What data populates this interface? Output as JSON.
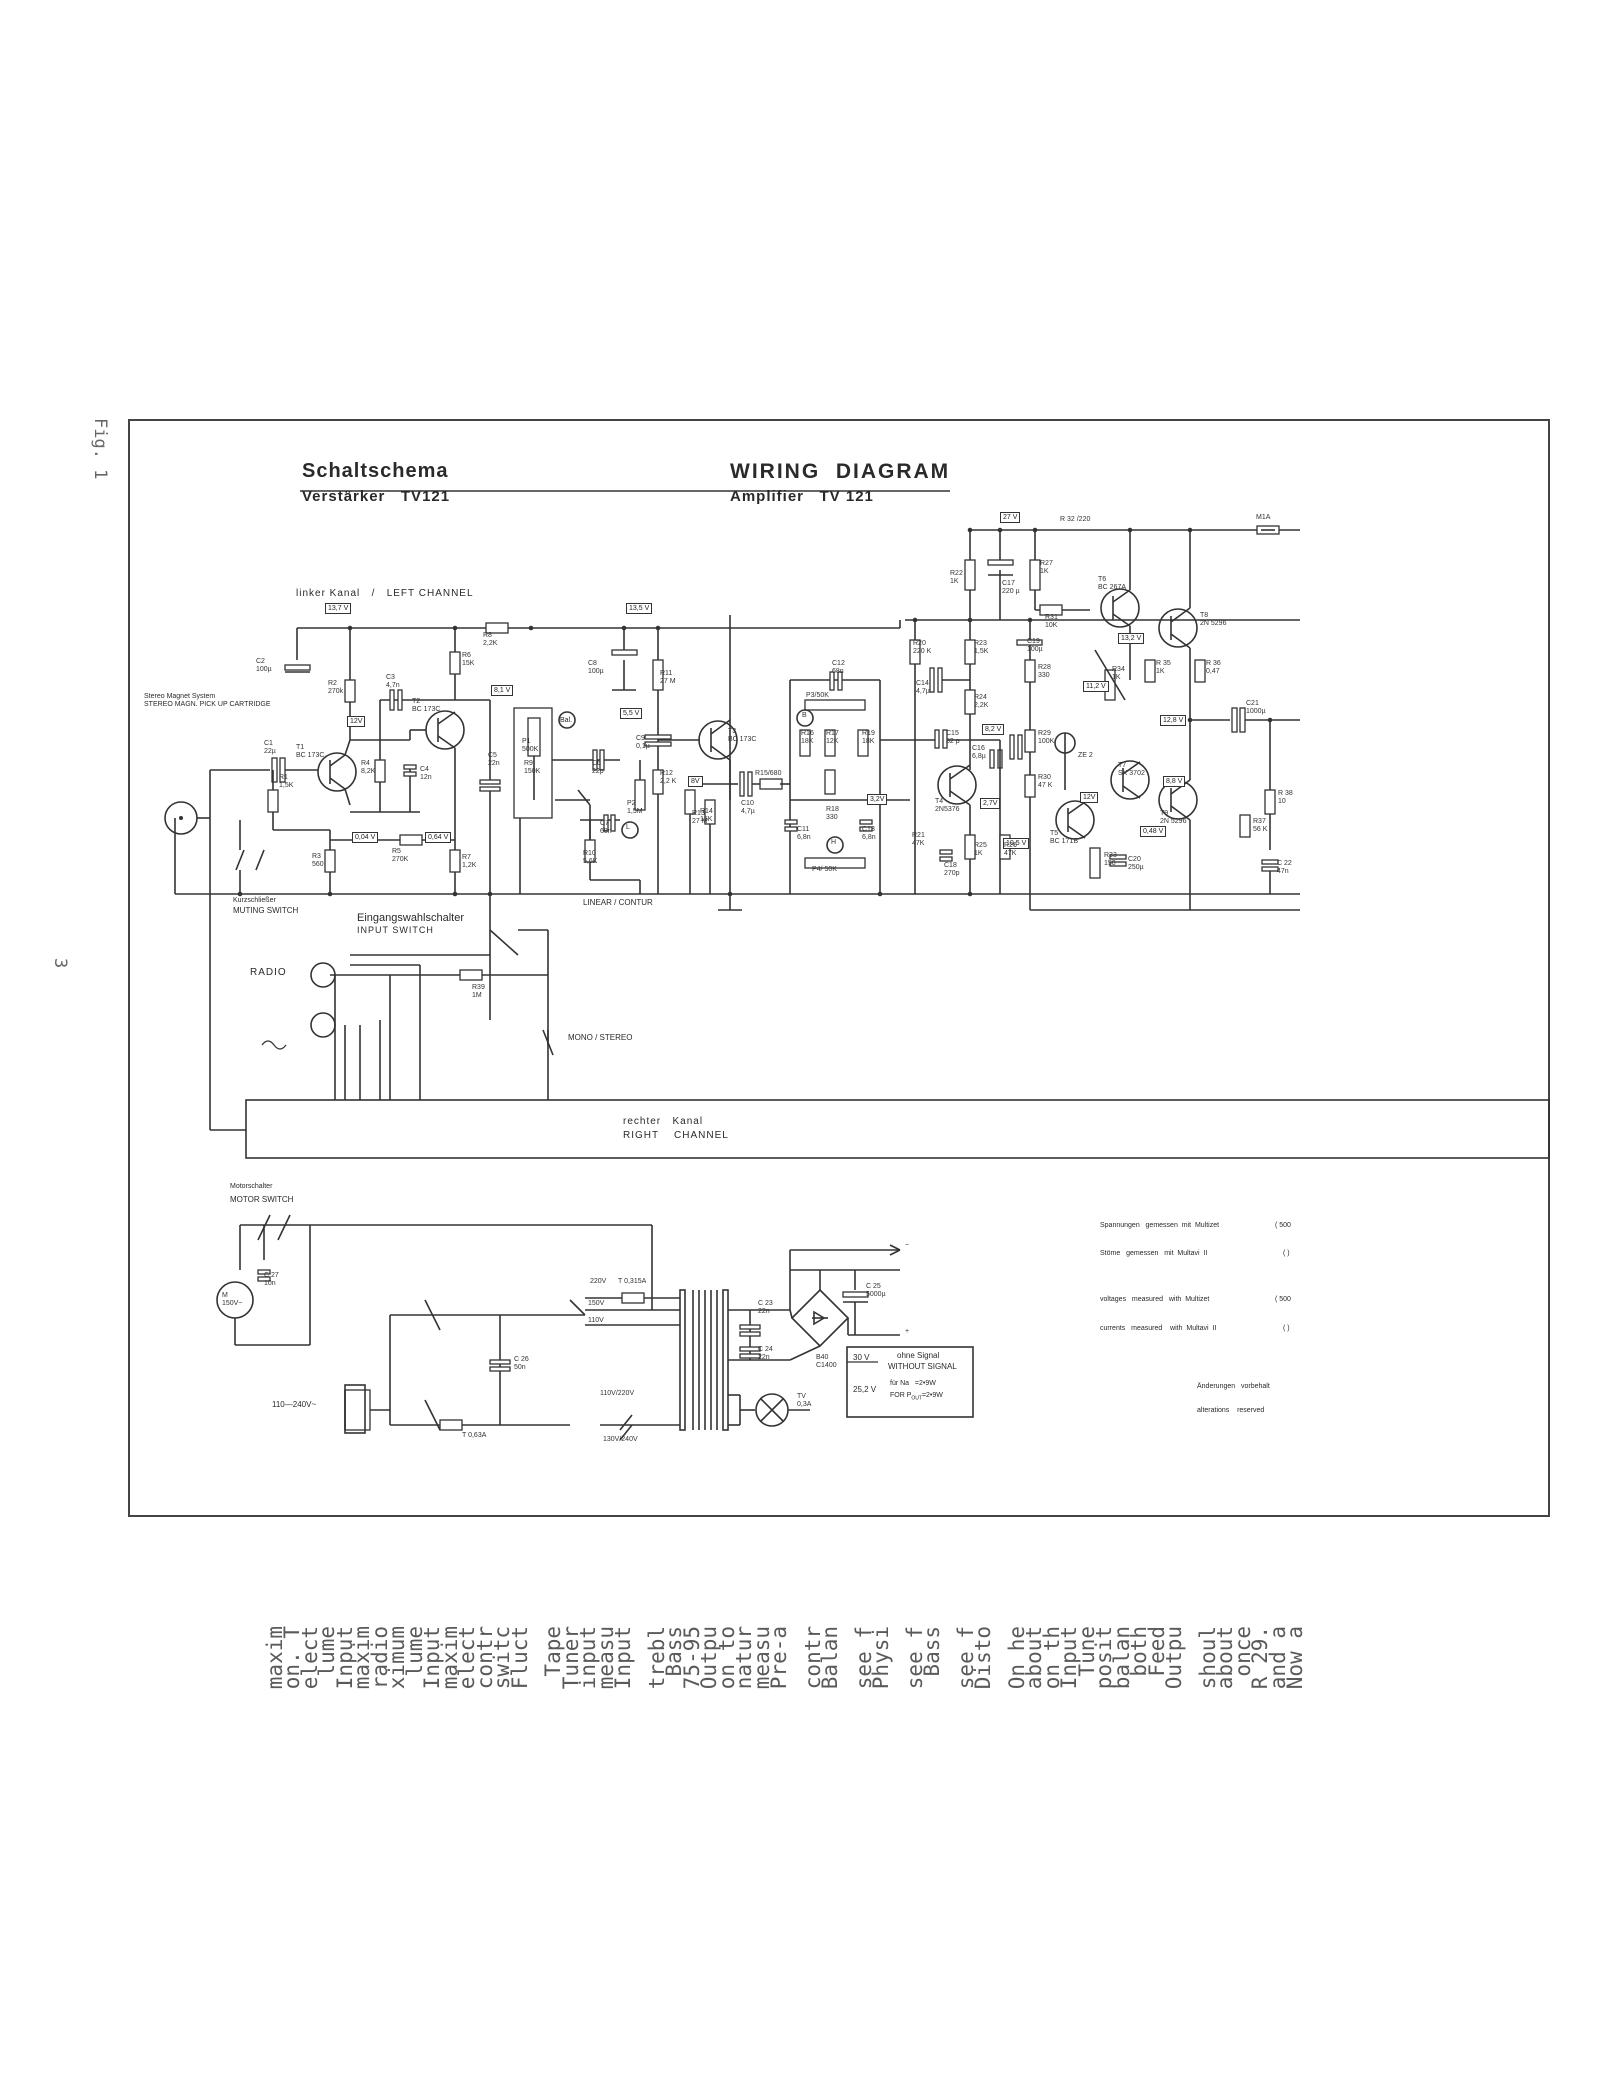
{
  "page": {
    "fig_label": "Fig. 1",
    "page_number": "3"
  },
  "title": {
    "de_title": "Schaltschema",
    "de_sub": "Verstärker   TV121",
    "en_title": "WIRING  DIAGRAM",
    "en_sub": "Amplifier   TV 121"
  },
  "labels": {
    "left_channel": "linker Kanal   /   LEFT CHANNEL",
    "right_channel_de": "rechter   Kanal",
    "right_channel_en": "RIGHT    CHANNEL",
    "cartridge_de": "Stereo Magnet  System",
    "cartridge_en": "STEREO MAGN. PICK UP CARTRIDGE",
    "muting_de": "Kurzschließer",
    "muting_en": "MUTING  SWITCH",
    "input_de": "Eingangswahlschalter",
    "input_en": "INPUT  SWITCH",
    "radio": "RADIO",
    "mono_stereo": "MONO / STEREO",
    "linear_contur": "LINEAR / CONTUR",
    "motor_de": "Motorschalter",
    "motor_en": "MOTOR SWITCH",
    "mains": "110—240V~",
    "bal": "Bal.",
    "no_signal_de": "ohne Signal",
    "no_signal_en": "WITHOUT  SIGNAL",
    "v30": "30 V",
    "v252": "25,2 V",
    "fuer_na": "für Na   =2•9W",
    "for_pout": "FOR P",
    "out_sub": "OUT",
    "for_pout_val": "=2•9W"
  },
  "notes": {
    "spannungen": "Spannungen   gemessen  mit  Multizet",
    "stroeme": "Stöme   gemessen   mit  Multavi  II",
    "voltages": "voltages   measured   with  Multizet",
    "currents": "currents   measured    with  Multavi  II",
    "aenderungen": "Änderungen   vorbehalt",
    "alterations": "alterations    reserved",
    "p1": "( 500",
    "p2": "( )",
    "p3": "( 500",
    "p4": "( )"
  },
  "voltage_tags": [
    "27 V",
    "13,7 V",
    "13,5 V",
    "12V",
    "8,1 V",
    "5,5 V",
    "8V",
    "3,2V",
    "13,2 V",
    "11,2 V",
    "12,8 V",
    "8,2 V",
    "2,7V",
    "12V",
    "8,8 V",
    "0,48 V",
    "10,5 V",
    "0,04 V",
    "0,64 V"
  ],
  "components": {
    "c2": "C2\n100µ",
    "r2": "R2\n270k",
    "c3": "C3\n4,7n",
    "t2": "T2\nBC 173C",
    "r6": "R6\n15K",
    "r8": "R8\n2,2K",
    "t1": "T1\nBC 173C",
    "c1": "C1\n22µ",
    "r1": "R1\n1,5K",
    "r4": "R4\n8,2K",
    "c4": "C4\n12n",
    "c5": "C5\n22n",
    "r9": "R9\n150K",
    "p1": "P1\n500K",
    "c6": "C6\n22p",
    "c7": "C7\n68n",
    "r10": "R10\n5,6K",
    "p2": "P2\n1,5M",
    "r3": "R3\n560",
    "r5": "R5\n270K",
    "r7": "R7\n1,2K",
    "r39": "R39\n1M",
    "c8": "C8\n100µ",
    "r11": "R11\n27 M",
    "c9": "C9\n0,1µ",
    "r12": "R12\n2,2 K",
    "t3": "T3\nBC 173C",
    "r13": "R13\n27 M",
    "c10": "C10\n4,7µ",
    "r14": "R14\n15K",
    "r15": "R15/680",
    "c12": "C12\n68n",
    "p3": "P3/50K",
    "r16": "R16\n18K",
    "r17": "R17\n12K",
    "r19": "R19\n18K",
    "r18": "R18\n330",
    "c11": "C11\n6,8n",
    "c13": "C13\n6,8n",
    "p4": "P4/ 50K",
    "r20": "R20\n220 K",
    "r22": "R22\n1K",
    "r23": "R23\n1,5K",
    "c14": "C14\n4,7µ",
    "r24": "R24\n2,2K",
    "c15": "C15\n82 p",
    "c16": "C16\n6,8µ",
    "t4": "T4\n2N5376",
    "r21": "R21\n47K",
    "c18": "C18\n270p",
    "r25": "R25\n1K",
    "r26": "R26\n47K",
    "c17": "C17\n220 µ",
    "r27": "R27\n1K",
    "r32": "R 32 /220",
    "t6": "T6\nBC 267A",
    "t8": "T8\n2N 5296",
    "r31": "R31\n10K",
    "c19": "C19\n100µ",
    "r28": "R28\n330",
    "r29": "R29\n100K",
    "r34": "R34\n1K",
    "r35": "R 35\n1K",
    "r36": "R 36\n0,47",
    "ze2": "ZE 2",
    "t7": "T7\nSX 3702",
    "t9": "T9\n2N 5296",
    "r30": "R30\n47 K",
    "t5": "T5\nBC 171B",
    "r33": "R33\n150",
    "c20": "C20\n250µ",
    "r37": "R37\n56 K",
    "c21": "C21\n1000µ",
    "r38": "R 38\n10",
    "c22": "C 22\n47n",
    "m1a": "M1A",
    "c27": "C 27\n10n",
    "m": "M\n150V~",
    "c26": "C 26\n50n",
    "t063": "T 0,63A",
    "t0315": "T 0,315A",
    "v220": "220V",
    "v150": "150V",
    "v110": "110V",
    "v110_220": "110V/220V",
    "v130_240": "130V/240V",
    "c23": "C 23\n22n",
    "c24": "C 24\n22n",
    "c25": "C 25\n5000µ",
    "b40": "B40\nC1400",
    "tv": "TV\n0,3A",
    "b": "B",
    "h": "H",
    "l": "L",
    "minus": "−",
    "plus": "+"
  },
  "back_text_lines": [
    "Now a",
    "and a",
    "R 29.",
    "once",
    "about",
    "shoul",
    "Outpu",
    "Feed",
    "both",
    "balan",
    "posit",
    "Tune",
    "Input",
    "on th",
    "about",
    "On he",
    "Disto",
    "see f",
    "Bass",
    "see f",
    "Physi",
    "see f",
    "Balan",
    "contr",
    "Pre-a",
    "measu",
    "natur",
    "on to",
    "Outpu",
    "75-95",
    "Bass",
    "trebl",
    "Input",
    "measu",
    "input",
    "Tuner",
    "Tape",
    "Fluct",
    "switc",
    "contr",
    "elect",
    "maxim",
    "Input",
    "lume",
    "ximum",
    "radio",
    "maxim",
    "Input",
    "lume",
    "elect",
    "on. T",
    "maxim"
  ]
}
